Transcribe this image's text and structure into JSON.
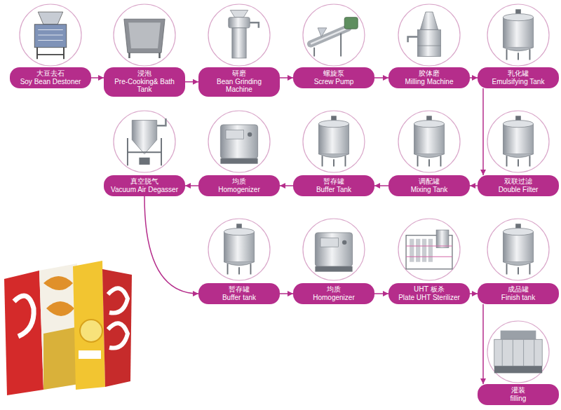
{
  "diagram": {
    "nodes": [
      {
        "text": [
          "大豆去石",
          "Soy Bean Destoner"
        ]
      },
      {
        "text": [
          "浸泡",
          "Pre-Cooking& Bath Tank"
        ]
      },
      {
        "text": [
          "研磨",
          "Bean Grinding Machine"
        ]
      },
      {
        "text": [
          "螺旋泵",
          "Screw Pump"
        ]
      },
      {
        "text": [
          "胶体磨",
          "Milling Machine"
        ]
      },
      {
        "text": [
          "乳化罐",
          "Emulsifying Tank"
        ]
      },
      {
        "text": [
          "双联过滤",
          "Double Filter"
        ]
      },
      {
        "text": [
          "调配罐",
          "Mixing Tank"
        ]
      },
      {
        "text": [
          "暂存罐",
          "Buffer Tank"
        ]
      },
      {
        "text": [
          "均质",
          "Homogenizer"
        ]
      },
      {
        "text": [
          "真空脱气",
          "Vacuum Air Degasser"
        ]
      },
      {
        "text": [
          "暂存罐",
          "Buffer tank"
        ]
      },
      {
        "text": [
          "均质",
          "Homogenizer"
        ]
      },
      {
        "text": [
          "UHT 板杀",
          "Plate UHT Sterilizer"
        ]
      },
      {
        "text": [
          "成品罐",
          "Finish tank"
        ]
      },
      {
        "text": [
          "灌装",
          "filling"
        ]
      }
    ],
    "edges": [
      {
        "from": 0,
        "to": 1,
        "arrow": "to"
      },
      {
        "from": 1,
        "to": 2,
        "arrow": "to"
      },
      {
        "from": 2,
        "to": 3,
        "arrow": "to"
      },
      {
        "from": 3,
        "to": 4,
        "arrow": "to"
      },
      {
        "from": 4,
        "to": 5,
        "arrow": "to"
      },
      {
        "from": 5,
        "to": 6,
        "arrow": "to"
      },
      {
        "from": 6,
        "to": 7,
        "arrow": "to"
      },
      {
        "from": 7,
        "to": 8,
        "arrow": "to"
      },
      {
        "from": 8,
        "to": 9,
        "arrow": "to"
      },
      {
        "from": 9,
        "to": 10,
        "arrow": "to"
      },
      {
        "from": 10,
        "to": 11,
        "arrow": "to"
      },
      {
        "from": 11,
        "to": 12,
        "arrow": "to"
      },
      {
        "from": 12,
        "to": 13,
        "arrow": "to"
      },
      {
        "from": 13,
        "to": 14,
        "arrow": "to"
      },
      {
        "from": 14,
        "to": 15,
        "arrow": "to"
      }
    ]
  }
}
